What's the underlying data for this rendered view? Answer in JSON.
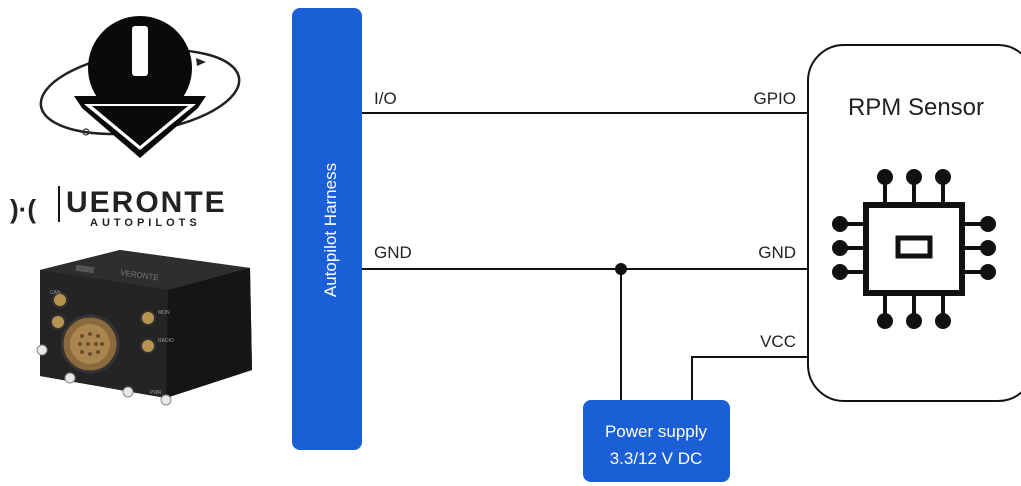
{
  "brand": {
    "name": "UERONTE",
    "tagline": "AUTOPILOTS",
    "mark": ")·("
  },
  "harness": {
    "label": "Autopilot Harness",
    "color": "#1a5fd6"
  },
  "sensor": {
    "title": "RPM Sensor"
  },
  "power_supply": {
    "line1": "Power supply",
    "line2": "3.3/12 V DC",
    "color": "#1a5fd6"
  },
  "signals": {
    "io_label": "I/O",
    "gpio_label": "GPIO",
    "gnd_left_label": "GND",
    "gnd_right_label": "GND",
    "vcc_label": "VCC"
  },
  "device": {
    "connector_labels": [
      "CAN",
      "MON",
      "RADIO",
      "PWR"
    ]
  }
}
